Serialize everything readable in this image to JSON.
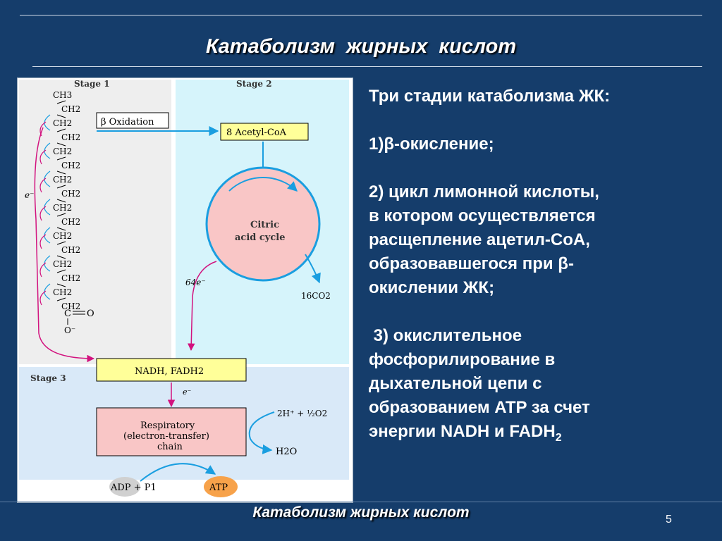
{
  "slide": {
    "title": "Катаболизм  жирных  кислот",
    "footer": "Катаболизм жирных кислот",
    "page_number": "5"
  },
  "body_text": {
    "heading": "Три стадии катаболизма  ЖК:",
    "item1": "1)β-окисление;",
    "item2_lines": [
      "2) цикл лимонной кислоты,",
      "в котором осуществляется",
      "расщепление ацетил-CoA,",
      "образовавшегося при β-",
      "окислении ЖК;"
    ],
    "item3_lines": [
      " 3) окислительное",
      "фосфорилирование  в",
      "дыхательной цепи с",
      "образованием  ATP за счет"
    ],
    "item3_last": "энергии NADH и FADH",
    "item3_last_sub": "2"
  },
  "diagram": {
    "stage1": "Stage 1",
    "stage2": "Stage 2",
    "stage3": "Stage 3",
    "ch3": "CH3",
    "ch2": "CH2",
    "carboxyl_c": "C",
    "carboxyl_o_double": "O",
    "carboxyl_o_minus": "O⁻",
    "beta_oxidation": "β Oxidation",
    "acetyl_coa": "8 Acetyl-CoA",
    "citric_cycle_line1": "Citric",
    "citric_cycle_line2": "acid cycle",
    "electrons_64": "64e⁻",
    "co2": "16CO2",
    "e_minus": "e⁻",
    "nadh_fadh2": "NADH, FADH2",
    "respiratory_line1": "Respiratory",
    "respiratory_line2": "(electron-transfer)",
    "respiratory_line3": "chain",
    "oxygen_input": "2H⁺ + ½O2",
    "water": "H2O",
    "adp_pi": "ADP + P1",
    "atp": "ATP"
  },
  "colors": {
    "background": "#153d6b",
    "stage1_panel": "#eeeeee",
    "stage2_panel": "#d6f4fb",
    "stage3_panel": "#d9e9f8",
    "acetyl_box": "#ffff99",
    "citric_circle": "#f9c6c6",
    "arrow_blue": "#1a9ee0",
    "arrow_magenta": "#d2127e"
  }
}
